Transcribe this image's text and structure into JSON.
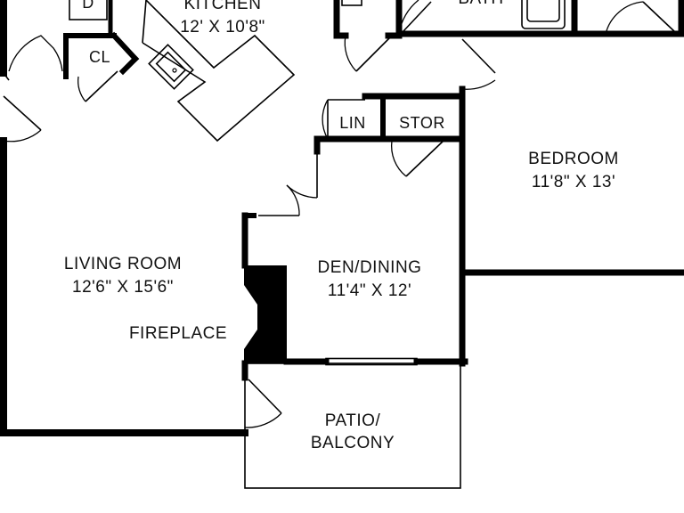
{
  "colors": {
    "wall": "#000000",
    "background": "#ffffff",
    "text": "#111111"
  },
  "rooms": {
    "kitchen": {
      "name": "KITCHEN",
      "size": "12' X 10'8\""
    },
    "bath": {
      "name": "BATH"
    },
    "closet": {
      "name": "CL"
    },
    "linen": {
      "name": "LIN"
    },
    "storage": {
      "name": "STOR"
    },
    "bedroom": {
      "name": "BEDROOM",
      "size": "11'8\" X 13'"
    },
    "living": {
      "name": "LIVING ROOM",
      "size": "12'6\" X 15'6\""
    },
    "den": {
      "name": "DEN/DINING",
      "size": "11'4\" X 12'"
    },
    "fireplace": {
      "name": "FIREPLACE"
    },
    "patio": {
      "line1": "PATIO/",
      "line2": "BALCONY"
    },
    "appliance": {
      "name": "D"
    }
  }
}
